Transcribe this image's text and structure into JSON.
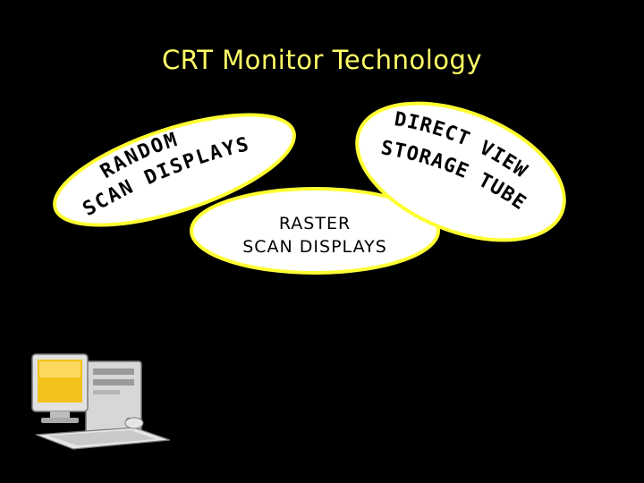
{
  "slide": {
    "title": "CRT Monitor Technology",
    "left_ellipse": {
      "line1": "RANDOM",
      "line2": "SCAN DISPLAYS"
    },
    "center_ellipse": {
      "line1": "RASTER",
      "line2": "SCAN DISPLAYS"
    },
    "right_ellipse": {
      "line1": "DIRECT VIEW",
      "line2": "STORAGE TUBE"
    }
  },
  "colors": {
    "background": "#000000",
    "title": "#ffff66",
    "ellipse_fill": "#ffffff",
    "ellipse_stroke": "#ffff33",
    "label_text": "#000000"
  },
  "icons": {
    "computer": "desktop-computer-icon"
  }
}
